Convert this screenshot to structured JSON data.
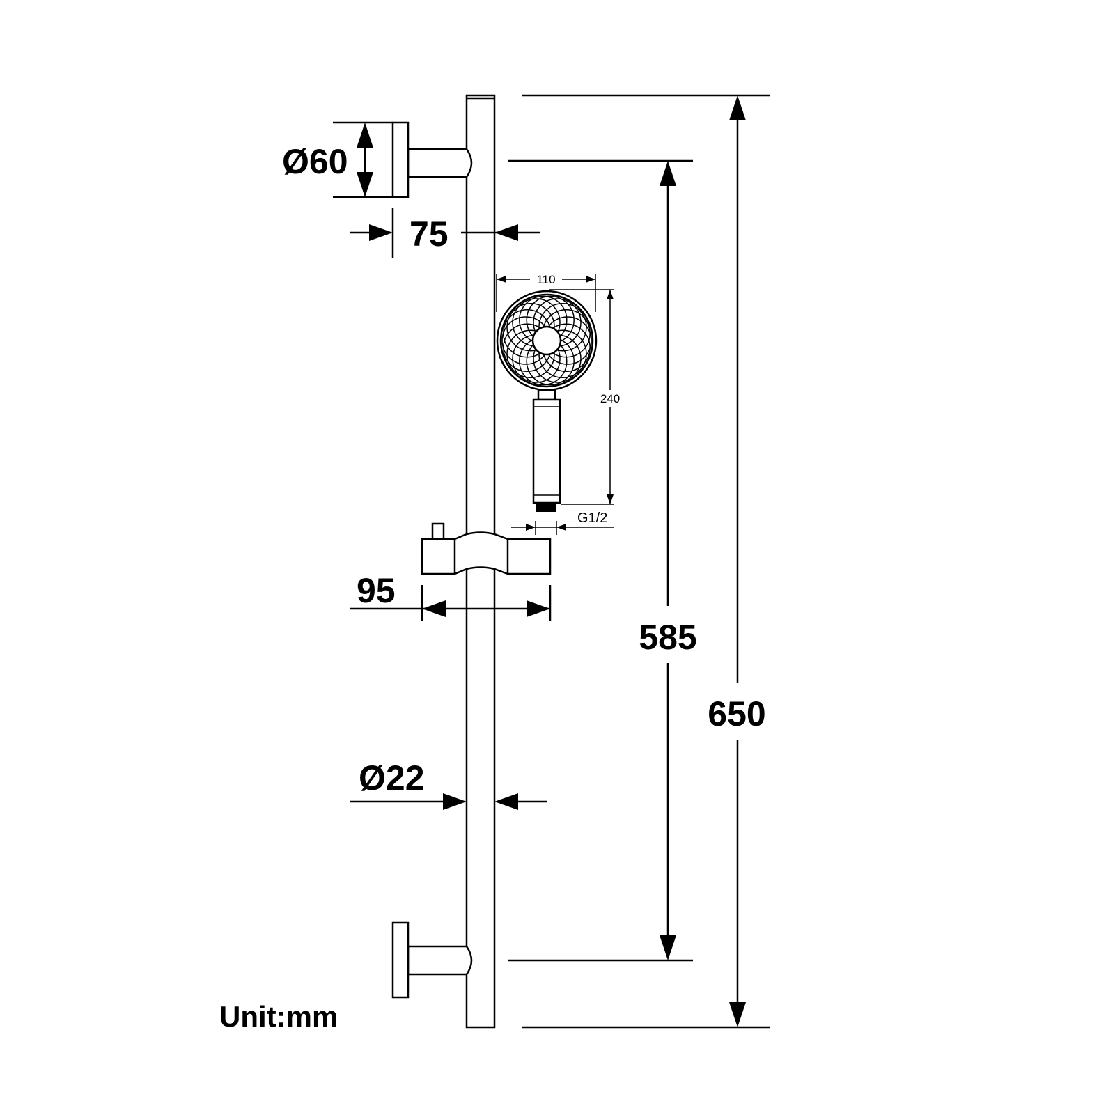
{
  "dimensions": {
    "flange_diameter": "Ø60",
    "wall_offset": "75",
    "head_width": "110",
    "handset_length": "240",
    "thread": "G1/2",
    "holder_width": "95",
    "bracket_spacing": "585",
    "total_length": "650",
    "rail_diameter": "Ø22"
  },
  "unit_label": "Unit:mm"
}
